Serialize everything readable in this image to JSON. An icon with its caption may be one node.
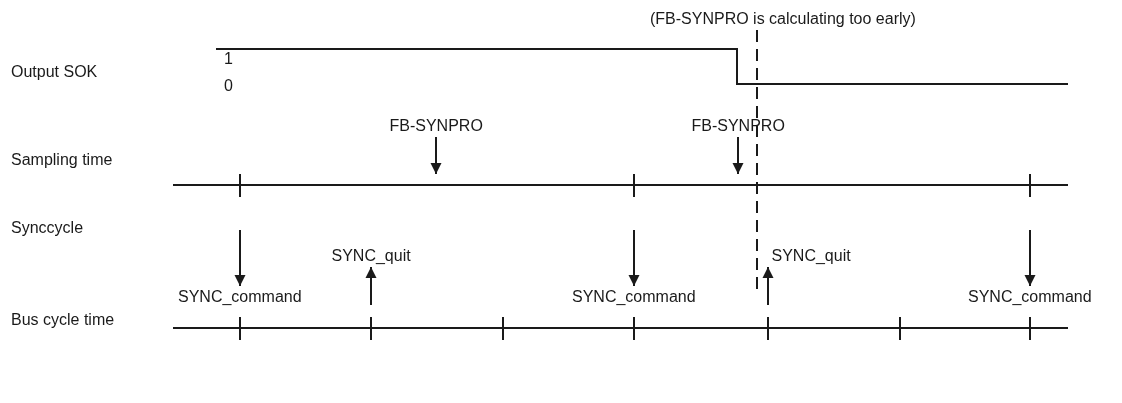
{
  "diagram": {
    "nodes": [
      {
        "text": [
          "FB-SYNPRO"
        ]
      },
      {
        "text": [
          "FB-SYNPRO"
        ]
      },
      {
        "text": [
          "SYNC_quit"
        ]
      },
      {
        "text": [
          "SYNC_quit"
        ]
      },
      {
        "text": [
          "SYNC_command"
        ]
      },
      {
        "text": [
          "SYNC_command"
        ]
      },
      {
        "text": [
          "SYNC_command"
        ]
      },
      {
        "text": [],
        "shape": "line"
      }
    ],
    "edges": [
      {
        "from": 0,
        "to": 7,
        "arrow": "to"
      },
      {
        "from": 1,
        "to": 7,
        "arrow": "to"
      },
      {
        "from": null,
        "to": 4,
        "arrow": "to"
      },
      {
        "from": null,
        "to": 2,
        "arrow": "to"
      },
      {
        "from": null,
        "to": 5,
        "arrow": "to"
      },
      {
        "from": null,
        "to": 3,
        "arrow": "to"
      },
      {
        "from": null,
        "to": 6,
        "arrow": "to"
      }
    ],
    "labels": [
      "(FB-SYNPRO is calculating too early)",
      "1",
      "Output SOK",
      "0",
      "Sampling time",
      "Synccycle",
      "Bus cycle time"
    ]
  }
}
